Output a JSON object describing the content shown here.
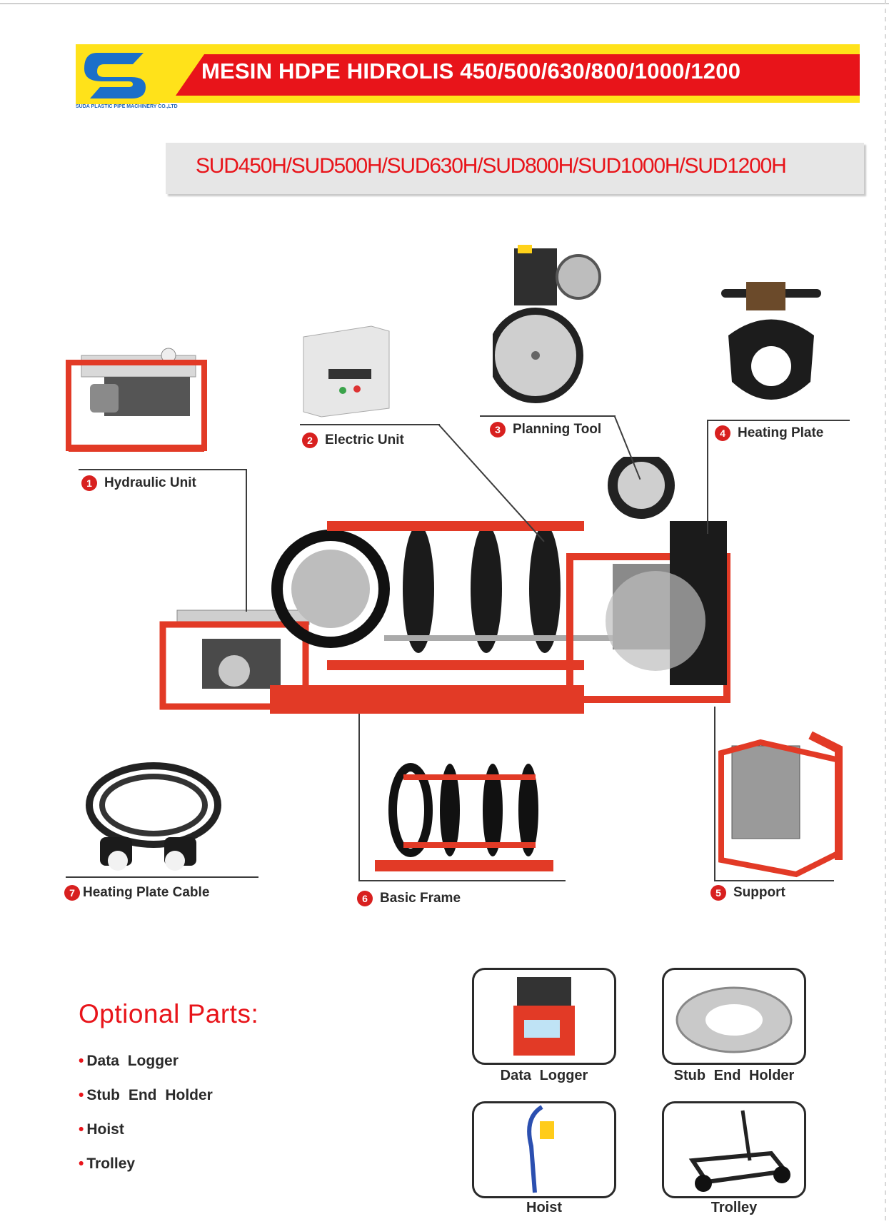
{
  "header": {
    "title": "MESIN HDPE HIDROLIS 450/500/630/800/1000/1200",
    "logo_caption": "SUDA PLASTIC PIPE MACHINERY CO.,LTD",
    "models": "SUD450H/SUD500H/SUD630H/SUD800H/SUD1000H/SUD1200H"
  },
  "components": [
    {
      "num": "1",
      "label": "Hydraulic Unit"
    },
    {
      "num": "2",
      "label": "Electric Unit"
    },
    {
      "num": "3",
      "label": "Planning Tool"
    },
    {
      "num": "4",
      "label": "Heating Plate"
    },
    {
      "num": "5",
      "label": "Support"
    },
    {
      "num": "6",
      "label": "Basic Frame"
    },
    {
      "num": "7",
      "label": "Heating Plate Cable"
    }
  ],
  "optional": {
    "title": "Optional Parts:",
    "items": [
      "Data  Logger",
      "Stub  End  Holder",
      "Hoist",
      "Trolley"
    ],
    "cards": [
      "Data  Logger",
      "Stub  End  Holder",
      "Hoist",
      "Trolley"
    ]
  },
  "colors": {
    "accent_red": "#e8141a",
    "banner_yellow": "#ffe21a",
    "machine_red": "#e23a26"
  }
}
